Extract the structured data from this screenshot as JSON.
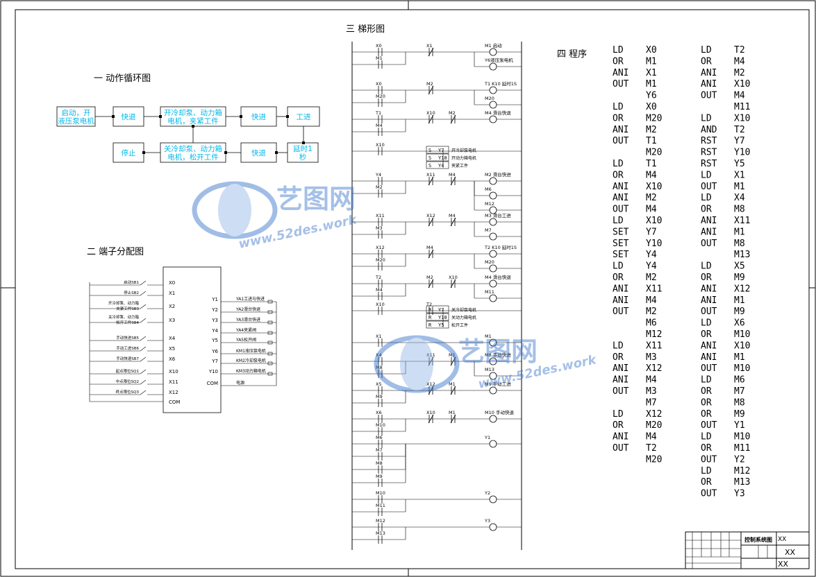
{
  "section1": {
    "title": "一  动作循环图",
    "boxes": [
      "启动，开液压泵电机",
      "快退",
      "开冷却泵、动力箱电机，夹紧工件",
      "快进",
      "工进",
      "延时1秒",
      "快退",
      "关冷却泵、动力箱电机，松开工件",
      "停止"
    ]
  },
  "section2": {
    "title": "二  端子分配图",
    "inputs": [
      {
        "label": "启动SB1",
        "port": "X0"
      },
      {
        "label": "停止SB2",
        "port": "X1"
      },
      {
        "label": "开冷却泵、动力箱夹紧工件SB3",
        "port": "X2"
      },
      {
        "label": "关冷却泵、动力箱松开工件SB4",
        "port": "X3"
      },
      {
        "label": "手动快进SB5",
        "port": "X4"
      },
      {
        "label": "手动工进SB6",
        "port": "X5"
      },
      {
        "label": "手动快退SB7",
        "port": "X6"
      },
      {
        "label": "起点限位SQ1",
        "port": "X10"
      },
      {
        "label": "中点限位SQ2",
        "port": "X11"
      },
      {
        "label": "终点限位SQ3",
        "port": "X12"
      },
      {
        "label": "",
        "port": "COM"
      }
    ],
    "outputs": [
      {
        "port": "Y1",
        "label": "YA1工进与快进"
      },
      {
        "port": "Y2",
        "label": "YA2滑台快退"
      },
      {
        "port": "Y3",
        "label": "YA3滑台快进"
      },
      {
        "port": "Y4",
        "label": "YA4夹紧阀"
      },
      {
        "port": "Y5",
        "label": "YA5松开阀"
      },
      {
        "port": "Y6",
        "label": "KM1液压泵电机"
      },
      {
        "port": "Y7",
        "label": "KM2冷却泵电机"
      },
      {
        "port": "Y10",
        "label": "KM3动力箱电机"
      },
      {
        "port": "COM",
        "label": "电源"
      }
    ]
  },
  "section3": {
    "title": "三  梯形图",
    "rungs": [
      {
        "c": [
          "X0",
          "X1"
        ],
        "p": "M1",
        "coils": [
          "M1 启动",
          "Y6液压泵电机"
        ]
      },
      {
        "c": [
          "X0",
          "M2"
        ],
        "p": "M20",
        "coils": [
          "T1 K10 延时1S",
          "M20"
        ]
      },
      {
        "c": [
          "T1",
          "X10",
          "M2"
        ],
        "p": "M4",
        "coils": [
          "M4 滑台快退"
        ]
      },
      {
        "c": [
          "X10"
        ],
        "p": "",
        "sets": [
          [
            "S",
            "Y7",
            "开冷却泵电机"
          ],
          [
            "S",
            "Y10",
            "开动力箱电机"
          ],
          [
            "S",
            "Y4",
            "夹紧工件"
          ]
        ]
      },
      {
        "c": [
          "Y4",
          "X11",
          "M4"
        ],
        "p": "M2",
        "coils": [
          "M2 滑台快进",
          "M6",
          "M12"
        ]
      },
      {
        "c": [
          "X11",
          "X12",
          "M4"
        ],
        "p": "M3",
        "coils": [
          "M3 滑台工进",
          "M7"
        ]
      },
      {
        "c": [
          "X12",
          "M4"
        ],
        "p": "M20",
        "coils": [
          "T2 K10 延时1S",
          "M20"
        ]
      },
      {
        "c": [
          "T2",
          "M2",
          "X10"
        ],
        "p": "M4",
        "coils": [
          "M4 滑台快退",
          "M11"
        ]
      },
      {
        "c": [
          "X10",
          "T2"
        ],
        "p": "",
        "sets": [
          [
            "R",
            "Y7",
            "关冷却泵电机"
          ],
          [
            "R",
            "Y10",
            "关动力箱电机"
          ],
          [
            "R",
            "Y5",
            "松开工件"
          ]
        ]
      },
      {
        "c": [
          "X1"
        ],
        "p": "",
        "coils": [
          "M1"
        ]
      },
      {
        "c": [
          "X4",
          "X11",
          "M1"
        ],
        "p": "M8",
        "coils": [
          "M8 手动快进",
          "M13"
        ]
      },
      {
        "c": [
          "X5",
          "X12",
          "M1"
        ],
        "p": "M9",
        "coils": [
          "M9 手动工进"
        ]
      },
      {
        "c": [
          "X6",
          "X10",
          "M1"
        ],
        "p": "M10",
        "coils": [
          "M10 手动快退"
        ]
      },
      {
        "c": [
          "M6"
        ],
        "p": "M7|M8|M9",
        "coils": [
          "Y1"
        ]
      },
      {
        "c": [
          "M10"
        ],
        "p": "M11",
        "coils": [
          "Y2"
        ]
      },
      {
        "c": [
          "M12"
        ],
        "p": "M13",
        "coils": [
          "Y3"
        ]
      }
    ]
  },
  "section4": {
    "title": "四  程序",
    "col1": [
      [
        "LD",
        "X0"
      ],
      [
        "OR",
        "M1"
      ],
      [
        "ANI",
        "X1"
      ],
      [
        "OUT",
        "M1"
      ],
      [
        "",
        "Y6"
      ],
      [
        "LD",
        "X0"
      ],
      [
        "OR",
        "M20"
      ],
      [
        "ANI",
        "M2"
      ],
      [
        "OUT",
        "T1"
      ],
      [
        "",
        "M20"
      ],
      [
        "LD",
        "T1"
      ],
      [
        "OR",
        "M4"
      ],
      [
        "ANI",
        "X10"
      ],
      [
        "ANI",
        "M2"
      ],
      [
        "OUT",
        "M4"
      ],
      [
        "LD",
        "X10"
      ],
      [
        "SET",
        "Y7"
      ],
      [
        "SET",
        "Y10"
      ],
      [
        "SET",
        "Y4"
      ],
      [
        "LD",
        "Y4"
      ],
      [
        "OR",
        "M2"
      ],
      [
        "ANI",
        "X11"
      ],
      [
        "ANI",
        "M4"
      ],
      [
        "OUT",
        "M2"
      ],
      [
        "",
        "M6"
      ],
      [
        "",
        "M12"
      ],
      [
        "LD",
        "X11"
      ],
      [
        "OR",
        "M3"
      ],
      [
        "ANI",
        "X12"
      ],
      [
        "ANI",
        "M4"
      ],
      [
        "OUT",
        "M3"
      ],
      [
        "",
        "M7"
      ],
      [
        "LD",
        "X12"
      ],
      [
        "OR",
        "M20"
      ],
      [
        "ANI",
        "M4"
      ],
      [
        "OUT",
        "T2"
      ],
      [
        "",
        "M20"
      ]
    ],
    "col2": [
      [
        "LD",
        "T2"
      ],
      [
        "OR",
        "M4"
      ],
      [
        "ANI",
        "M2"
      ],
      [
        "ANI",
        "X10"
      ],
      [
        "OUT",
        "M4"
      ],
      [
        "",
        "M11"
      ],
      [
        "LD",
        "X10"
      ],
      [
        "AND",
        "T2"
      ],
      [
        "RST",
        "Y7"
      ],
      [
        "RST",
        "Y10"
      ],
      [
        "RST",
        "Y5"
      ],
      [
        "LD",
        "X1"
      ],
      [
        "OUT",
        "M1"
      ],
      [
        "LD",
        "X4"
      ],
      [
        "OR",
        "M8"
      ],
      [
        "ANI",
        "X11"
      ],
      [
        "ANI",
        "M1"
      ],
      [
        "OUT",
        "M8"
      ],
      [
        "",
        "M13"
      ],
      [
        "LD",
        "X5"
      ],
      [
        "OR",
        "M9"
      ],
      [
        "ANI",
        "X12"
      ],
      [
        "ANI",
        "M1"
      ],
      [
        "OUT",
        "M9"
      ],
      [
        "LD",
        "X6"
      ],
      [
        "OR",
        "M10"
      ],
      [
        "ANI",
        "X10"
      ],
      [
        "ANI",
        "M1"
      ],
      [
        "OUT",
        "M10"
      ],
      [
        "LD",
        "M6"
      ],
      [
        "OR",
        "M7"
      ],
      [
        "OR",
        "M8"
      ],
      [
        "OR",
        "M9"
      ],
      [
        "OUT",
        "Y1"
      ],
      [
        "LD",
        "M10"
      ],
      [
        "OR",
        "M11"
      ],
      [
        "OUT",
        "Y2"
      ],
      [
        "LD",
        "M12"
      ],
      [
        "OR",
        "M13"
      ],
      [
        "OUT",
        "Y3"
      ]
    ]
  },
  "title_block": {
    "name": "控制系统图",
    "r1": "XX",
    "r2": "XX",
    "r3": "XX"
  },
  "watermark": {
    "main": "艺图网",
    "url": "www.52des.work"
  }
}
